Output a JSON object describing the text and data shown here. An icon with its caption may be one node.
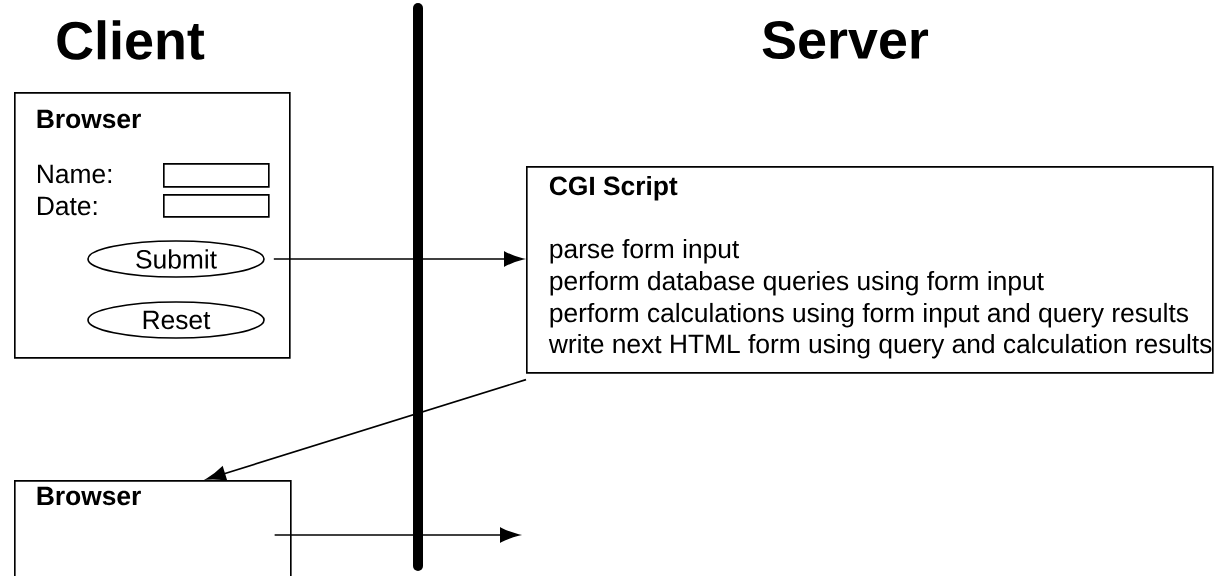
{
  "diagram": {
    "nodes": [
      {
        "text": [
          "Browser",
          "Name:",
          "Date:"
        ]
      },
      {
        "text": [],
        "shape": "box",
        "in": 0
      },
      {
        "text": [],
        "shape": "box",
        "in": 0
      },
      {
        "text": [
          "Submit"
        ],
        "in": 0
      },
      {
        "text": [
          "Reset"
        ],
        "in": 0
      },
      {
        "text": [
          "CGI Script",
          "parse form input",
          "perform database queries using form input",
          "perform calculations using form input and query results",
          "write next HTML form using query and calculation results"
        ]
      },
      {
        "text": [
          "Browser"
        ]
      }
    ],
    "edges": [
      {
        "from": 3,
        "to": 5,
        "arrow": "to"
      },
      {
        "from": 5,
        "to": 6,
        "arrow": "to"
      },
      {
        "from": 6,
        "to": null,
        "arrow": "to"
      }
    ],
    "labels": [
      "Client",
      "Server"
    ]
  }
}
